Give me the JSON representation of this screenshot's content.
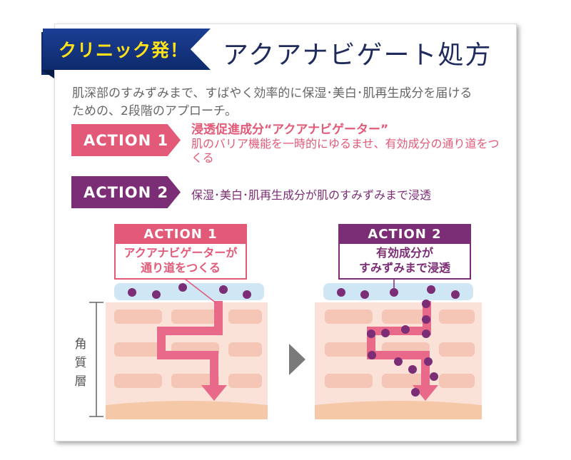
{
  "header": {
    "badge": "クリニック発！",
    "title": "アクアナビゲート処方"
  },
  "intro": {
    "line1": "肌深部のすみずみまで、すばやく効率的に保湿･美白･肌再生成分を届ける",
    "line2": "ための、2段階のアプローチ。"
  },
  "actions": [
    {
      "label": "ACTION 1",
      "title": "浸透促進成分“アクアナビゲーター”",
      "desc": "肌のバリア機能を一時的にゆるませ、有効成分の通り道をつくる"
    },
    {
      "label": "ACTION 2",
      "desc": "保湿･美白･肌再生成分が肌のすみずみまで浸透"
    }
  ],
  "diagram": {
    "panel1": {
      "head": "ACTION 1",
      "line1": "アクアナビゲーターが",
      "line2": "通り道をつくる"
    },
    "panel2": {
      "head": "ACTION 2",
      "line1": "有効成分が",
      "line2": "すみずみまで浸透"
    },
    "layer_label": [
      "角",
      "質",
      "層"
    ]
  },
  "colors": {
    "navy": "#1f2b5c",
    "ribbon": "#1c3f95",
    "ribbon_text": "#ffe21a",
    "pink": "#e25a78",
    "purple": "#7b2d75",
    "skin": "#fbe2d8",
    "brick": "#f5c6b6",
    "water": "#cfe6f5"
  }
}
